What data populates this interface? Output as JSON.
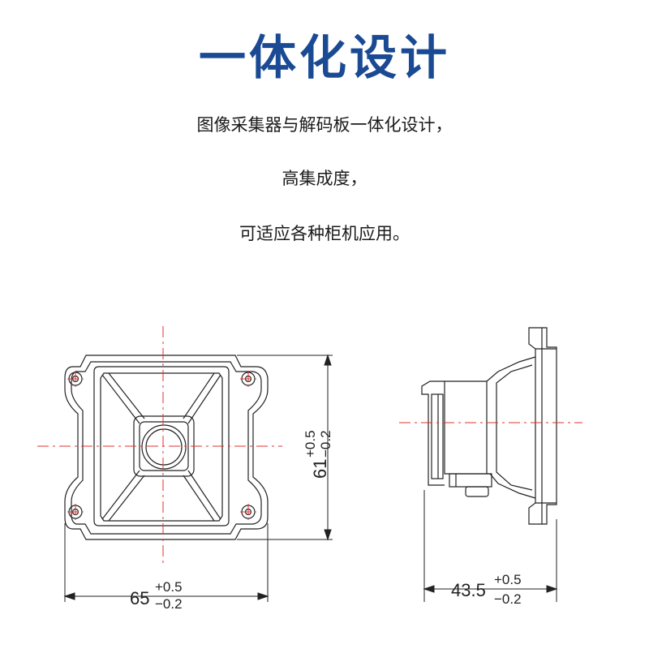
{
  "title": "一体化设计",
  "description": {
    "line1": "图像采集器与解码板一体化设计，",
    "line2": "高集成度，",
    "line3": "可适应各种柜机应用。"
  },
  "dimensions": {
    "height": {
      "nominal": "61",
      "upper": "+0.5",
      "lower": "−0.2"
    },
    "width": {
      "nominal": "65",
      "upper": "+0.5",
      "lower": "−0.2"
    },
    "depth": {
      "nominal": "43.5",
      "upper": "+0.5",
      "lower": "−0.2"
    }
  },
  "colors": {
    "title": "#1b4a94",
    "centerline": "#e0302e",
    "outline": "#222222"
  }
}
